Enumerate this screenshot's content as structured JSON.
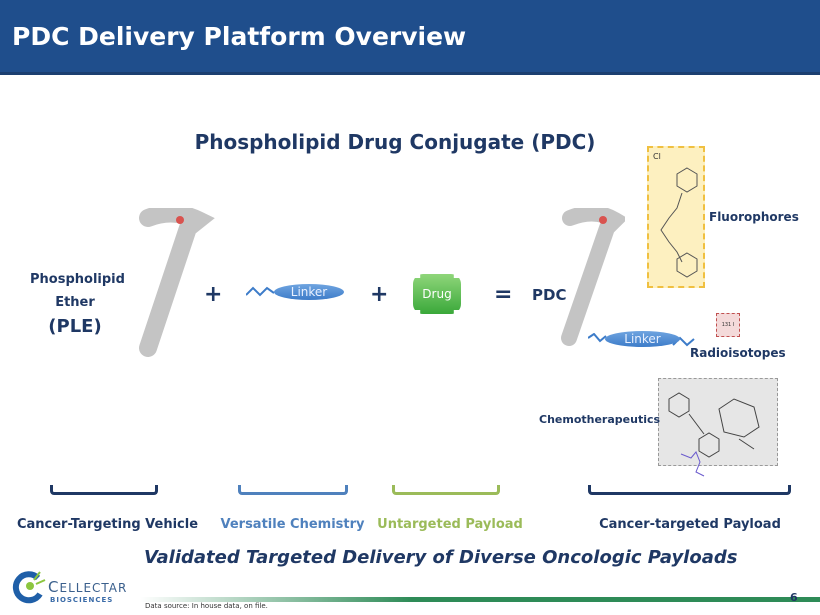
{
  "header": {
    "title": "PDC Delivery Platform Overview"
  },
  "main": {
    "title": "Phospholipid Drug Conjugate (PDC)",
    "ple_label_1": "Phospholipid",
    "ple_label_2": "Ether",
    "ple_label_3": "(PLE)",
    "plus": "+",
    "equals": "=",
    "linker": "Linker",
    "drug": "Drug",
    "pdc": "PDC",
    "fluorophores": "Fluorophores",
    "radioisotopes": "Radioisotopes",
    "chemotherapeutics": "Chemotherapeutics",
    "isotope": "131 I",
    "chloride": "Cl"
  },
  "captions": [
    {
      "label": "Cancer-Targeting Vehicle",
      "color": "#1f3864"
    },
    {
      "label": "Versatile Chemistry",
      "color": "#4f81bd"
    },
    {
      "label": "Untargeted Payload",
      "color": "#9bbb59"
    },
    {
      "label": "Cancer-targeted Payload",
      "color": "#1f3864"
    }
  ],
  "tagline": "Validated Targeted Delivery of Diverse Oncologic Payloads",
  "footer": {
    "logo": "CELLECTAR BIOSCIENCES",
    "source": "Data source: In house data, on file.",
    "page": "6"
  }
}
